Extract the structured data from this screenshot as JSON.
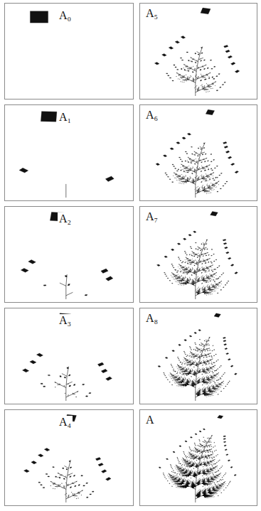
{
  "diagram": {
    "nodes": [
      {
        "text": [
          "A₀"
        ]
      },
      {
        "text": [
          "A₁"
        ]
      },
      {
        "text": [
          "A₂"
        ]
      },
      {
        "text": [
          "A₃"
        ]
      },
      {
        "text": [
          "A₄"
        ]
      },
      {
        "text": [
          "A₅"
        ]
      },
      {
        "text": [
          "A₆"
        ]
      },
      {
        "text": [
          "A₇"
        ]
      },
      {
        "text": [
          "A₈"
        ]
      },
      {
        "text": [
          "A"
        ]
      }
    ]
  }
}
